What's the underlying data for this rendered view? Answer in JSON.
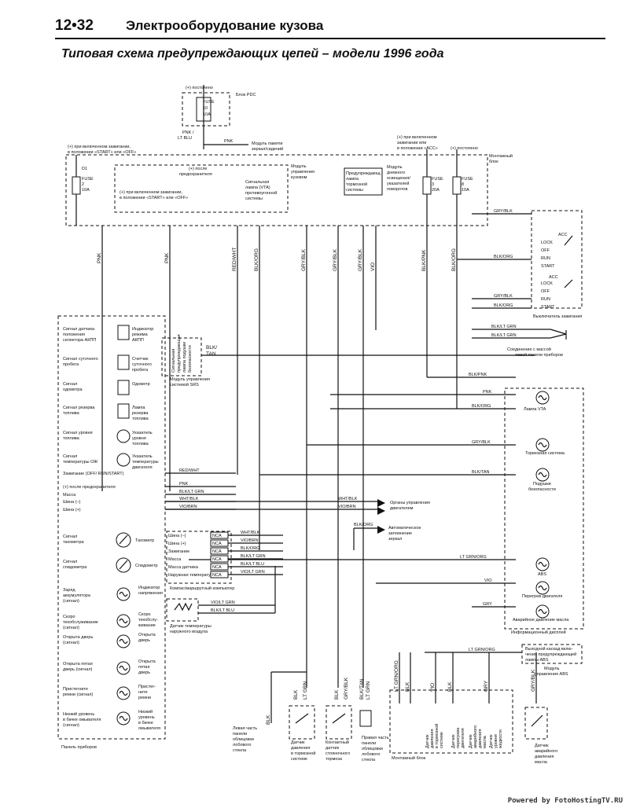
{
  "header": {
    "page_number": "12•32",
    "section_title": "Электрооборудование кузова",
    "diagram_title": "Типовая схема предупреждающих цепей – модели 1996 года"
  },
  "top_labels": {
    "pdc_power": "(+) постоянно",
    "pdc_block": "Блок PDC",
    "fuse10": [
      "FUSE",
      "10",
      "10A"
    ],
    "pnk_lt_blu": [
      "PNK /",
      "LT BLU"
    ],
    "pnk": "PNK",
    "mirror_module": [
      "Модуль памяти",
      "зеркал/сидений"
    ],
    "ign_start_off": [
      "(+) при включенном зажигании,",
      "в положении «START» или «OFF»"
    ],
    "acc_on": [
      "(+) при включенном",
      "зажигании или",
      "в положении «ACC»"
    ],
    "always": "(+) постоянно",
    "mount_block": [
      "Монтажный",
      "блок"
    ],
    "d1": "D1",
    "fuse2": [
      "FUSE",
      "2",
      "10A"
    ],
    "after_fuse": [
      "(+) после",
      "предохранителя"
    ],
    "ign_start_off_2": [
      "(+) при включенном зажигании,",
      "в положении «START» или «OFF»"
    ],
    "body_module": [
      "Модуль",
      "управления",
      "кузовом"
    ],
    "vta_lamp": [
      "Сигнальная",
      "лампа (VTA)",
      "противоугонной",
      "системы"
    ],
    "brake_warn": [
      "Предупреждающ.",
      "лампа",
      "тормозной",
      "системы"
    ],
    "drl_module": [
      "Модуль",
      "дневного",
      "освещения/",
      "указателей",
      "поворотов"
    ],
    "fuse3": [
      "FUSE",
      "3",
      "20A"
    ],
    "fuse8": [
      "FUSE",
      "8",
      "10A"
    ]
  },
  "wires": {
    "pnk": "PNK",
    "red_wht": "RED/WHT",
    "blk_org": "BLK/ORG",
    "gry_blk": "GRY/BLK",
    "gry_blk2": "GRY/BLK",
    "gry_blk3": "GRY/BLK",
    "vio": "VIO",
    "blk_pnk": "BLK/PNK",
    "blk_org2": "BLK/ORG"
  },
  "ignition_switch": {
    "positions_a": [
      "ACC",
      "LOCK",
      "OFF",
      "RUN",
      "START"
    ],
    "positions_b": [
      "ACC",
      "LOCK",
      "OFF",
      "RUN",
      "START"
    ],
    "label": "Выключатель зажигания",
    "wire_gry_blk": "GRY/BLK",
    "wire_blk_org": "BLK/ORG",
    "wire_gry_blk_b": "GRY/BLK",
    "wire_blk_org_b": "BLK/ORG",
    "ground_wire_1": "BLK/LT GRN",
    "ground_wire_2": "BLK/LT GRN",
    "ground_label": [
      "Соединение с массой",
      "левой панели приборов"
    ]
  },
  "srs": {
    "box_text": [
      "Сигнальная",
      "предупреждающая",
      "лампа подушки",
      "безопасности"
    ],
    "wire": [
      "BLK/",
      "TAN"
    ],
    "label": [
      "Модуль управления",
      "системой SRS"
    ]
  },
  "cluster": {
    "rows": [
      {
        "sig": [
          "Сигнал датчика",
          "положения",
          "селектора АКПП"
        ],
        "ind": [
          "Индикатор",
          "режима",
          "АКПП"
        ]
      },
      {
        "sig": [
          "Сигнал суточного",
          "пробега"
        ],
        "ind": [
          "Счетчик",
          "суточного",
          "пробега"
        ]
      },
      {
        "sig": [
          "Сигнал",
          "одометра"
        ],
        "ind": [
          "Одометр"
        ]
      },
      {
        "sig": [
          "Сигнал резерва",
          "топлива"
        ],
        "ind": [
          "Лампа",
          "резерва",
          "топлива"
        ]
      },
      {
        "sig": [
          "Сигнал уровня",
          "топлива"
        ],
        "ind": [
          "Указатель",
          "уровня",
          "топлива"
        ]
      },
      {
        "sig": [
          "Сигнал",
          "температуры ОЖ"
        ],
        "ind": [
          "Указатель",
          "температуры",
          "двигателя"
        ]
      }
    ],
    "pins": [
      "Зажигание (OFF/ RUN/START)",
      "(+) после предохранителя",
      "Масса",
      "Шина (–)",
      "Шина (+)"
    ],
    "pin_wires": [
      "RED/WHT",
      "PNK",
      "BLK/LT GRN",
      "WHT/BLK",
      "VIO/BRN"
    ],
    "gauges": [
      {
        "sig": [
          "Сигнал",
          "тахометра"
        ],
        "ind": "Тахометр"
      },
      {
        "sig": [
          "Сигнал",
          "спидометра"
        ],
        "ind": "Спидометр"
      }
    ],
    "lamps": [
      {
        "sig": [
          "Заряд",
          "аккумулятора",
          "(сигнал)"
        ],
        "ind": [
          "Индикатор",
          "напряжения"
        ]
      },
      {
        "sig": [
          "Скоро",
          "техобслуживание",
          "(сигнал)"
        ],
        "ind": [
          "Скоро",
          "техобслу-",
          "живание"
        ]
      },
      {
        "sig": [
          "Открыта дверь",
          "(сигнал)"
        ],
        "ind": [
          "Открыта",
          "дверь"
        ]
      },
      {
        "sig": [
          "Открыта пятая",
          "дверь (сигнал)"
        ],
        "ind": [
          "Открыта",
          "пятая",
          "дверь"
        ]
      },
      {
        "sig": [
          "Пристегните",
          "ремни (сигнал)"
        ],
        "ind": [
          "Пристег-",
          "ните",
          "ремни"
        ]
      },
      {
        "sig": [
          "Низкий уровень",
          "в бачке омывателя",
          "(сигнал)"
        ],
        "ind": [
          "Низкий",
          "уровень",
          "в бачке",
          "омывателя"
        ]
      }
    ],
    "label": "Панель приборов"
  },
  "right_panel": {
    "blk_pnk": "BLK/PNK",
    "pnk": "PNK",
    "blk_org": "BLK/ORG",
    "vta": "Лампа VTA",
    "gry_blk": "GRY/BLK",
    "brake": "Тормозная система",
    "blk_tan": "BLK/TAN",
    "airbag": [
      "Подушки",
      "безопасности"
    ],
    "ltgrn_org": "LT GRN/ORG",
    "abs": "ABS",
    "vio": "VIO",
    "overheat": "Перегрев двигателя",
    "gry": "GRY",
    "oil": "Аварийное давление масла",
    "display": "Информационный дисплей"
  },
  "engine_ctrl": {
    "label": [
      "Органы управления",
      "двигателем"
    ],
    "wht_blk": "WHT/BLK",
    "vio_brn": "VIO/BRN"
  },
  "mirror": {
    "wire": "BLK/ORG",
    "label": [
      "Автоматическое",
      "затемнение",
      "зеркал"
    ]
  },
  "computer": {
    "pins": [
      "Шина (–)",
      "Шина (+)",
      "Зажигание",
      "Масса",
      "Масса датчика",
      "Наружная температура"
    ],
    "nca": "NCA",
    "wires": [
      "WHT/BLK",
      "VIO/BRN",
      "BLK/ORG",
      "BLK/LT GRN",
      "BLK/LT BLU",
      "VIO/LT GRN"
    ],
    "label": "Компас/маршрутный компьютер",
    "sensor_wires": [
      "VIO/LT GRN",
      "BLK/LT BLU"
    ],
    "sensor_label": [
      "Датчик температуры",
      "наружного воздуха"
    ]
  },
  "abs_module": {
    "wire": "LT GRN/ORG",
    "box": [
      "Выходной каскад вклю-",
      "чения предупреждающей",
      "лампы ABS"
    ],
    "label": [
      "Модуль",
      "управления ABS"
    ]
  },
  "bottom": {
    "wires_left": [
      "BLK",
      "LT GRN",
      "BLK",
      "GRY/BLK",
      "BLK/TAN",
      "LT GRN"
    ],
    "wires_right": [
      "LT GRN/ORG",
      "BLK",
      "VIO",
      "BLK",
      "GRY",
      "GRY/BLK"
    ],
    "sensor_1": [
      "Левая часть",
      "панели",
      "облицовки",
      "лобового",
      "стекла"
    ],
    "sensor_2": [
      "Датчик",
      "давления",
      "в тормозной",
      "системе"
    ],
    "sensor_3": [
      "Контактный",
      "датчик",
      "стояночного",
      "тормоза"
    ],
    "sensor_4": [
      "Правая часть",
      "панели",
      "облицовки",
      "лобового",
      "стекла"
    ],
    "mount_block": "Монтажный блок",
    "mb_sensors": [
      [
        "Датчик",
        "давления",
        "в тормозной",
        "системе"
      ],
      [
        "Датчик",
        "перегрева",
        "двигателя"
      ],
      [
        "Датчик",
        "аварийного",
        "давления",
        "масла"
      ],
      [
        "Датчик",
        "уровня",
        "жидкости"
      ]
    ],
    "oil_sensor": [
      "Датчик",
      "аварийного",
      "давления",
      "масла"
    ],
    "blk_label": "BLK"
  },
  "footer": "Powered by FotoHostingTV.RU"
}
